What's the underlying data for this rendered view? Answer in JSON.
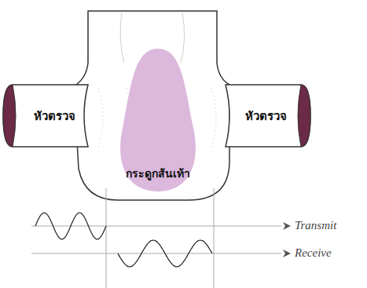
{
  "diagram": {
    "nodes": [
      {
        "text": [
          "หัวตรวจ"
        ]
      },
      {
        "text": [
          "หัวตรวจ"
        ]
      },
      {
        "text": [
          "กระดูกส้นเท้า"
        ]
      }
    ],
    "labels": [
      "Transmit",
      "Receive"
    ]
  }
}
